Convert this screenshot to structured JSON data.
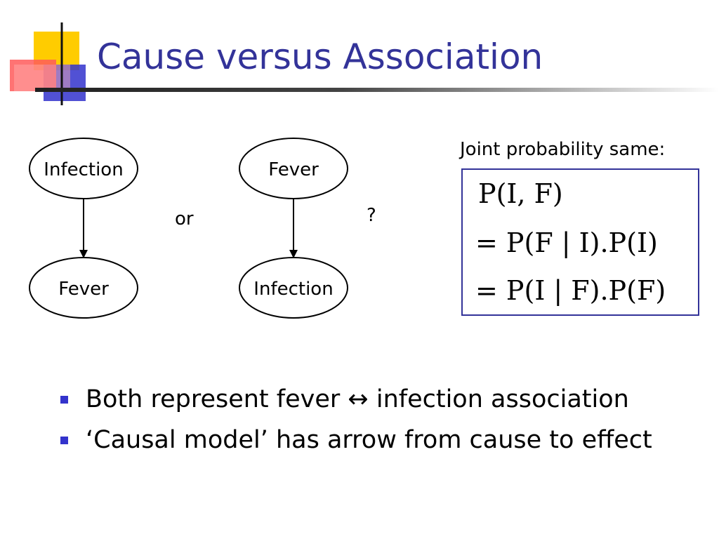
{
  "slide": {
    "title": "Cause versus Association"
  },
  "diagram": {
    "left": {
      "top_node": "Infection",
      "bottom_node": "Fever"
    },
    "connector": "or",
    "right": {
      "top_node": "Fever",
      "bottom_node": "Infection"
    },
    "question_mark": "?"
  },
  "joint": {
    "label": "Joint probability same:",
    "lines": [
      "P(I, F)",
      "= P(F | I).P(I)",
      "= P(I | F).P(F)"
    ]
  },
  "bullets": [
    "Both represent fever ↔ infection association",
    "‘Causal model’ has arrow from cause to effect"
  ],
  "colors": {
    "title": "#333399",
    "box_border": "#333399",
    "bullet": "#3333cc",
    "logo_yellow": "#ffcc00",
    "logo_red": "#ff5555",
    "logo_blue": "#3333cc"
  }
}
